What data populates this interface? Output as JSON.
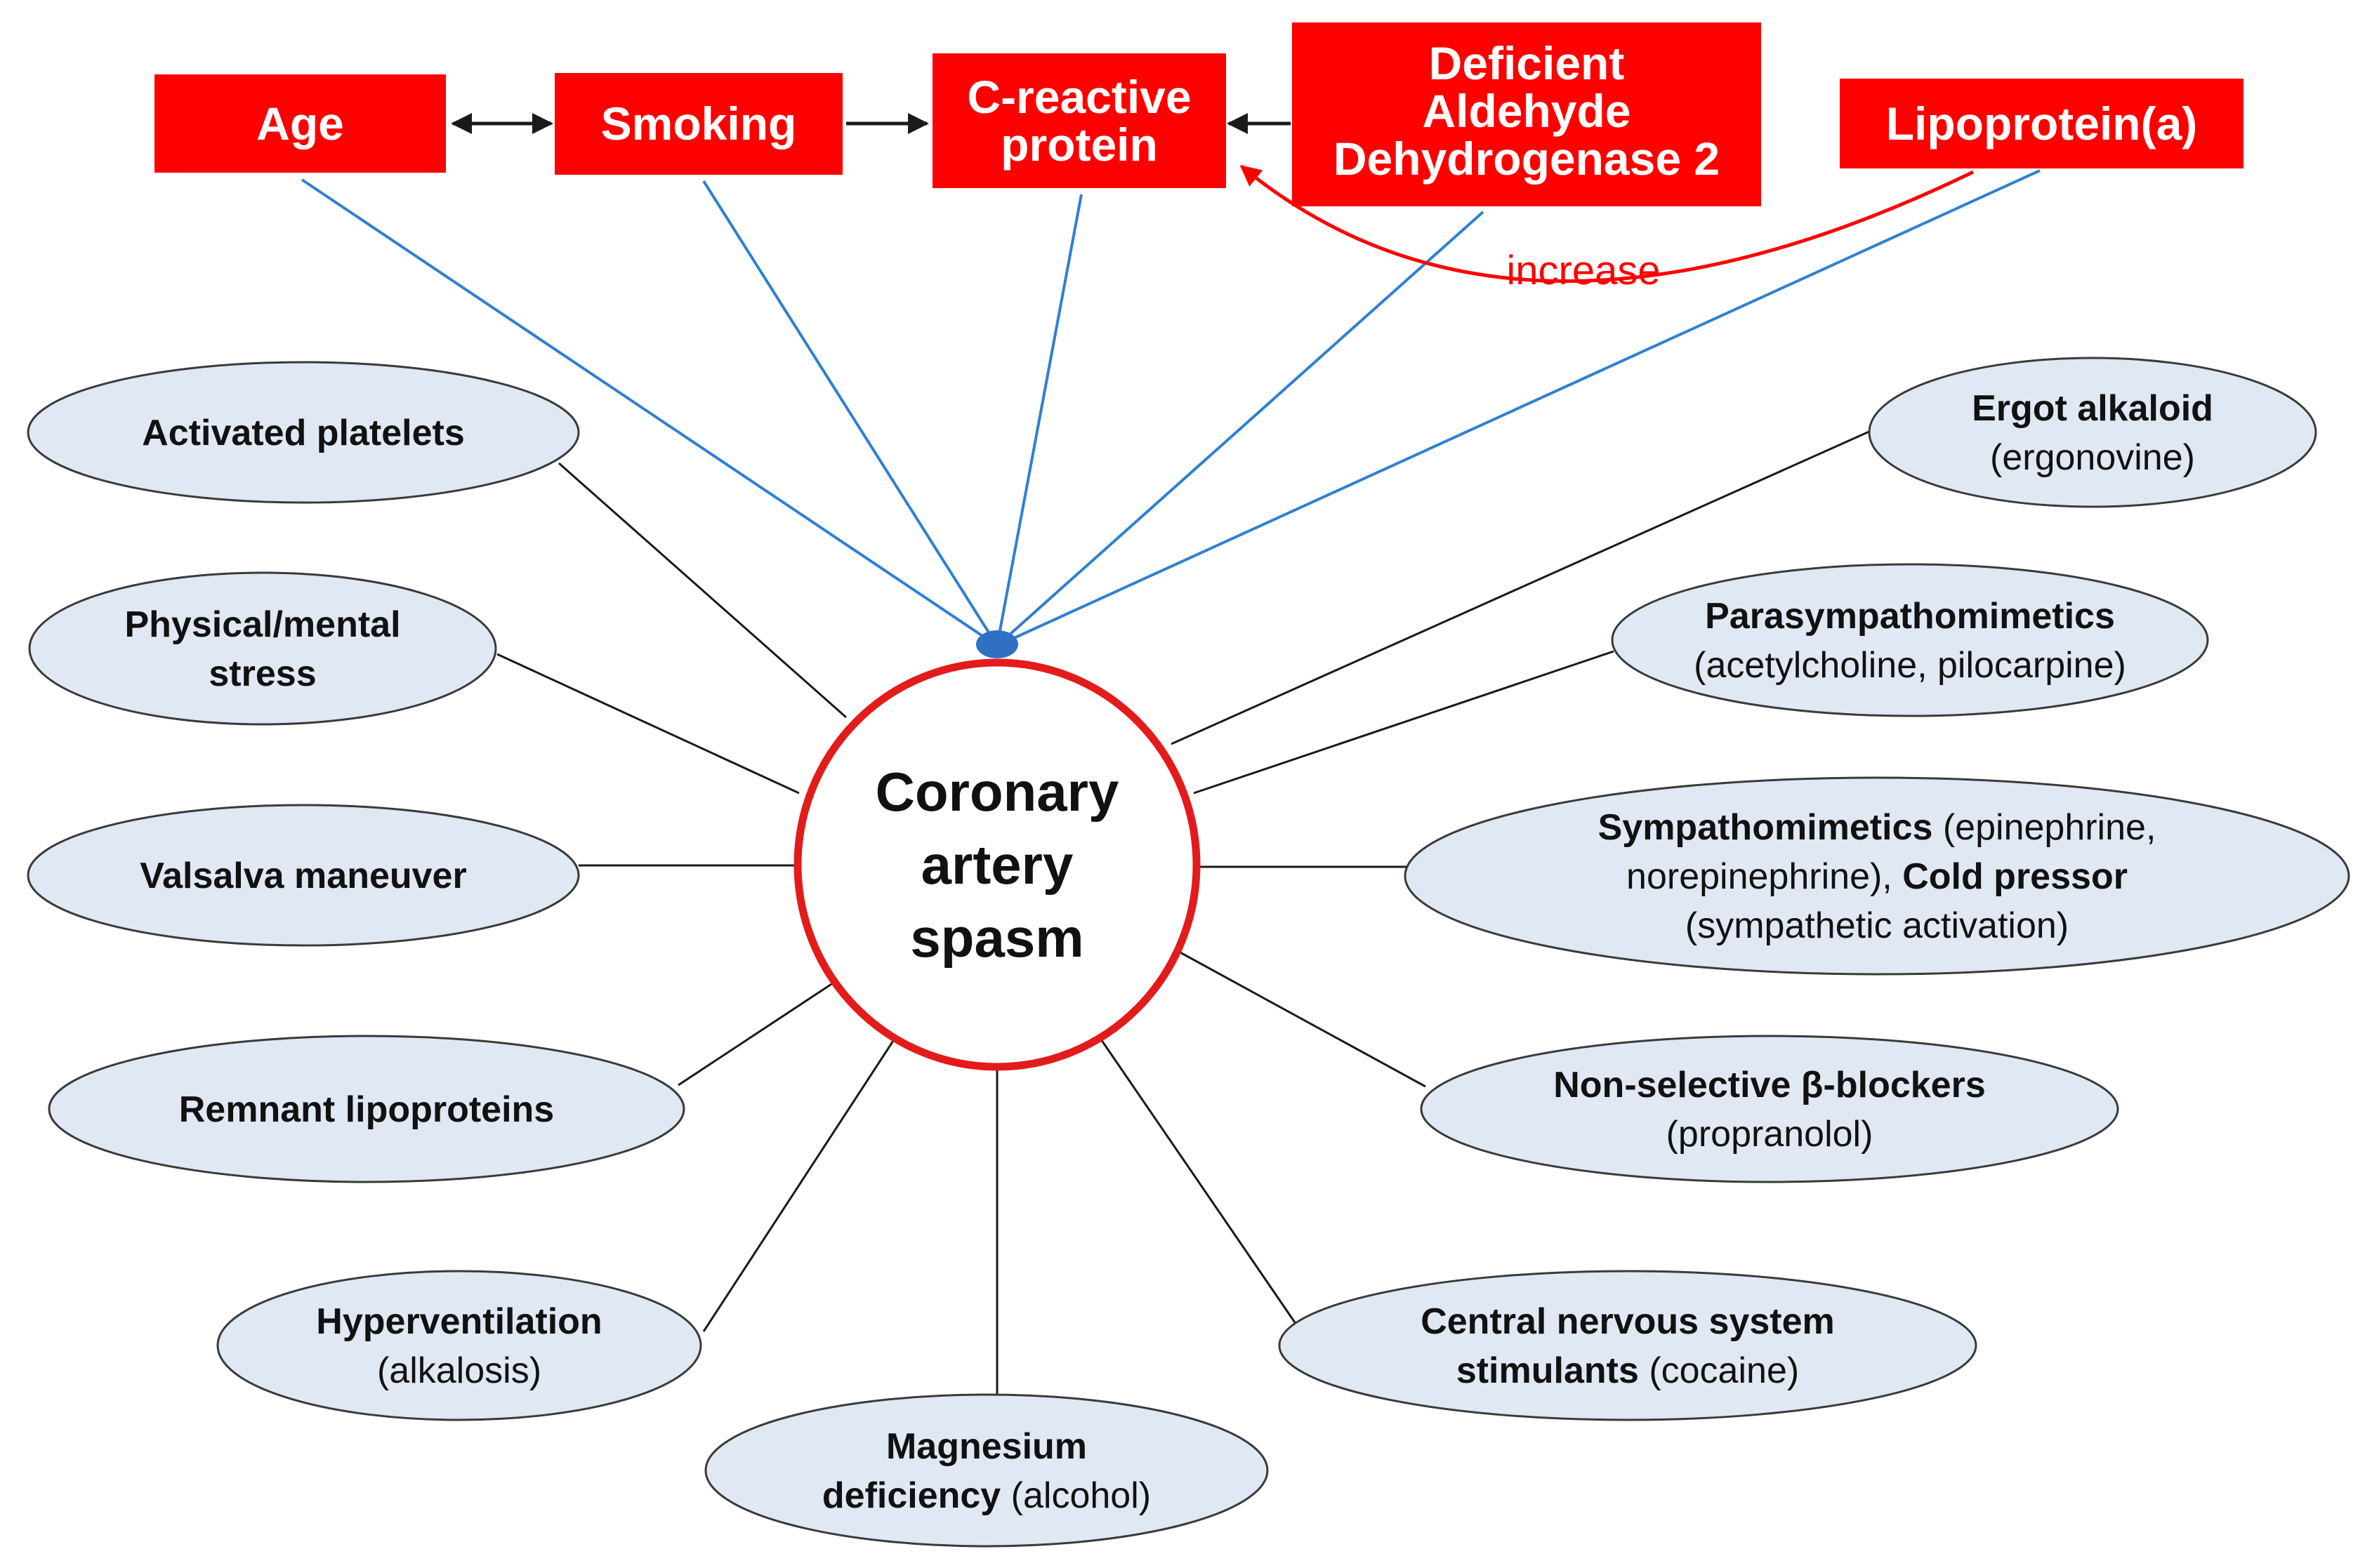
{
  "colors": {
    "box_fill": "#ff0000",
    "oval_fill": "#dfe8f3",
    "oval_stroke": "#3a3a3a",
    "center_stroke": "#e31b1b",
    "blue_line": "#2f80d0",
    "red_arrow": "#ff0000",
    "connector": "#1a1a1a"
  },
  "risk_factors": [
    {
      "id": "age",
      "lines": [
        "Age"
      ]
    },
    {
      "id": "smoking",
      "lines": [
        "Smoking"
      ]
    },
    {
      "id": "crp",
      "lines": [
        "C-reactive",
        "protein"
      ]
    },
    {
      "id": "aldh2",
      "lines": [
        "Deficient",
        "Aldehyde",
        "Dehydrogenase 2"
      ]
    },
    {
      "id": "lpa",
      "lines": [
        "Lipoprotein(a)"
      ]
    }
  ],
  "increase_label": "increase",
  "center": {
    "lines": [
      "Coronary",
      "artery",
      "spasm"
    ]
  },
  "triggers": [
    {
      "id": "activated-platelets",
      "lines": [
        [
          {
            "t": "Activated platelets",
            "b": true
          }
        ]
      ]
    },
    {
      "id": "physical-mental-stress",
      "lines": [
        [
          {
            "t": "Physical/mental",
            "b": true
          }
        ],
        [
          {
            "t": "stress",
            "b": true
          }
        ]
      ]
    },
    {
      "id": "valsalva",
      "lines": [
        [
          {
            "t": "Valsalva maneuver",
            "b": true
          }
        ]
      ]
    },
    {
      "id": "remnant-lipoproteins",
      "lines": [
        [
          {
            "t": "Remnant lipoproteins",
            "b": true
          }
        ]
      ]
    },
    {
      "id": "hyperventilation",
      "lines": [
        [
          {
            "t": "Hyperventilation",
            "b": true
          }
        ],
        [
          {
            "t": "(alkalosis)",
            "b": false
          }
        ]
      ]
    },
    {
      "id": "magnesium",
      "lines": [
        [
          {
            "t": "Magnesium",
            "b": true
          }
        ],
        [
          {
            "t": "deficiency",
            "b": true
          },
          {
            "t": " (alcohol)",
            "b": false
          }
        ]
      ]
    },
    {
      "id": "cns-stimulants",
      "lines": [
        [
          {
            "t": "Central nervous system",
            "b": true
          }
        ],
        [
          {
            "t": "stimulants",
            "b": true
          },
          {
            "t": " (cocaine)",
            "b": false
          }
        ]
      ]
    },
    {
      "id": "beta-blockers",
      "lines": [
        [
          {
            "t": "Non-selective β-blockers",
            "b": true
          }
        ],
        [
          {
            "t": "(propranolol)",
            "b": false
          }
        ]
      ]
    },
    {
      "id": "sympathomimetics",
      "lines": [
        [
          {
            "t": "Sympathomimetics",
            "b": true
          },
          {
            "t": " (epinephrine,",
            "b": false
          }
        ],
        [
          {
            "t": "norepinephrine), ",
            "b": false
          },
          {
            "t": "Cold pressor",
            "b": true
          }
        ],
        [
          {
            "t": "(sympathetic activation)",
            "b": false
          }
        ]
      ]
    },
    {
      "id": "parasympathomimetics",
      "lines": [
        [
          {
            "t": "Parasympathomimetics",
            "b": true
          }
        ],
        [
          {
            "t": "(acetylcholine, pilocarpine)",
            "b": false
          }
        ]
      ]
    },
    {
      "id": "ergot-alkaloid",
      "lines": [
        [
          {
            "t": "Ergot alkaloid",
            "b": true
          }
        ],
        [
          {
            "t": "(ergonovine)",
            "b": false
          }
        ]
      ]
    }
  ]
}
